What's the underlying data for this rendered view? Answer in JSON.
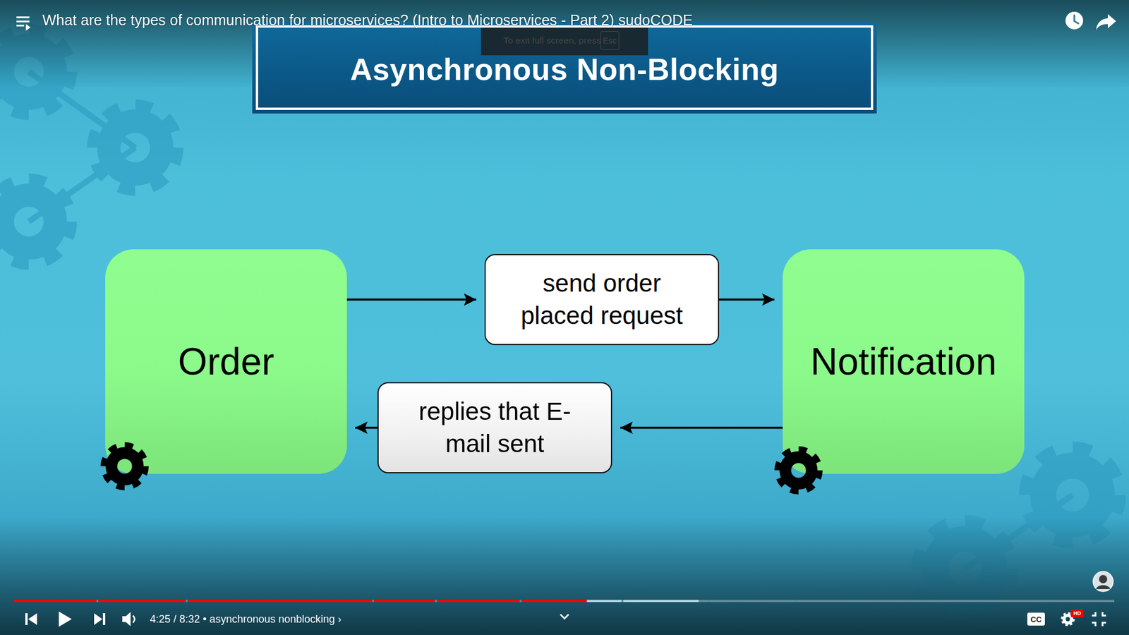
{
  "diagram": {
    "title": "Asynchronous Non-Blocking",
    "nodes": [
      {
        "text": [
          "Order"
        ]
      },
      {
        "text": [
          "send order placed request"
        ]
      },
      {
        "text": [
          "Notification"
        ]
      },
      {
        "text": [
          "replies that E-mail sent"
        ]
      }
    ],
    "edges": [
      {
        "from": 0,
        "to": 1,
        "arrow": "to"
      },
      {
        "from": 1,
        "to": 2,
        "arrow": "to"
      },
      {
        "from": 2,
        "to": 3,
        "arrow": "to"
      },
      {
        "from": 3,
        "to": 0,
        "arrow": "to"
      }
    ],
    "labels": [
      "What are the types of communication for microservices? (Intro to Microservices - Part 2) sudoCODE",
      "To exit full screen, press",
      "Esc",
      "4:25 / 8:32 • asynchronous nonblocking ›",
      "CC",
      "HD"
    ]
  }
}
